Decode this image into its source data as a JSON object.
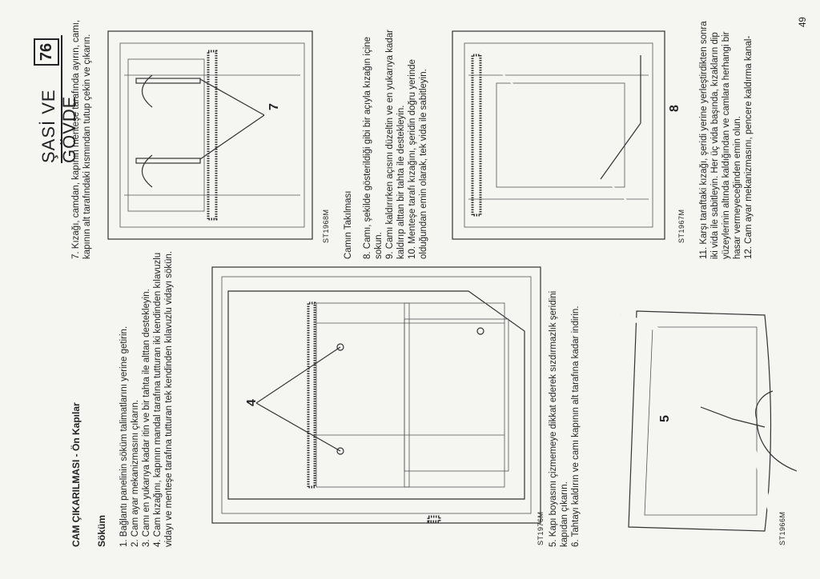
{
  "header": {
    "title": "ŞASİ VE GÖVDE",
    "page_num": "76"
  },
  "footer": {
    "page": "49"
  },
  "section": {
    "title": "CAM ÇIKARILMASI - Ön Kapılar",
    "subtitle": "Söküm"
  },
  "removal_steps": [
    "1. Bağlantı panelinin söküm talimatlarını yerine getirin.",
    "2. Cam ayar mekanizmasını çıkarın.",
    "3. Camı en yukarıya kadar itin ve bir tahta ile alttan destekleyin.",
    "4. Cam kızağını, kapının mandal tarafına tutturan iki kendinden kılavuzlu vidayı ve menteşe tarafına tutturan tek kendinden kılavuzlu vidayı sökün."
  ],
  "removal_steps_2": [
    "5. Kapı boyasını çizmemeye dikkat ederek sızdırmazlık şeridini kapıdan çıkarın.",
    "6. Tahtayı kaldırın ve camı kapının alt tarafına kadar indirin."
  ],
  "step7": "7. Kızağı, camdan, kapının menteşe tarafında ayırın, camı, kapının alt tarafındaki kısmından tutup çekin ve çıkarın.",
  "install": {
    "title": "Camın Takılması",
    "steps": [
      "8. Camı, şekilde gösterildiği gibi bir açıyla kızağın içine sokun.",
      "9. Camı kaldırırken açısını düzeltin ve en yukarıya kadar kaldırıp alttan bir tahta ile destekleyin.",
      "10. Menteşe tarafı kızağını, şeridin doğru yerinde olduğundan emin olarak, tek vida ile sabitleyin."
    ],
    "steps_2": [
      "11. Karşı taraftaki kızağı, şeridi yerine yerleştirdikten sonra iki vida ile sabitleyin. Her üç vida başında, kızakların dip yüzeylerinin altında kaldığından ve camlara herhangi bir hasar vermeyeceğinden emin olun.",
      "12. Cam ayar mekanizmasını, pencere kaldırma kanal-"
    ]
  },
  "figures": {
    "fig1_code": "ST1976M",
    "fig1_callout": "4",
    "fig2_code": "ST1966M",
    "fig2_callout": "5",
    "fig3_code": "ST1968M",
    "fig3_callout": "7",
    "fig4_code": "ST1967M",
    "fig4_callout": "8"
  }
}
